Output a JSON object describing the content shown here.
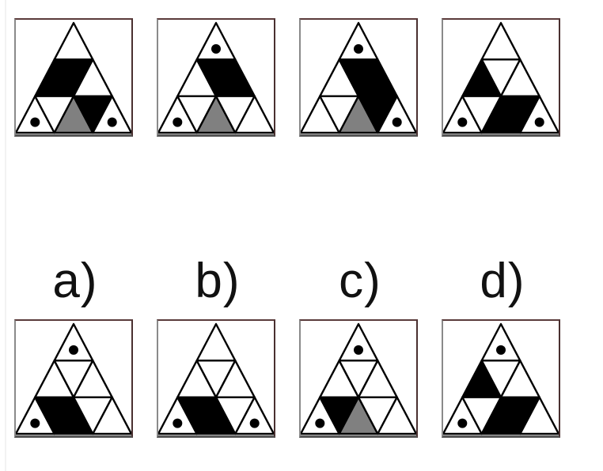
{
  "colors": {
    "black": "#000000",
    "gray": "#808080",
    "white": "#ffffff",
    "line": "#000000"
  },
  "question": {
    "figures": [
      {
        "id": "q1",
        "apex": {
          "fill": "white",
          "dot": false
        },
        "row1": [
          {
            "fill": "black"
          },
          {
            "fill": "black"
          },
          {
            "fill": "white"
          }
        ],
        "row2": [
          {
            "fill": "white",
            "dot": true
          },
          {
            "fill": "white"
          },
          {
            "fill": "gray"
          },
          {
            "fill": "black"
          },
          {
            "fill": "white",
            "dot": true
          }
        ]
      },
      {
        "id": "q2",
        "apex": {
          "fill": "white",
          "dot": true
        },
        "row1": [
          {
            "fill": "white"
          },
          {
            "fill": "black"
          },
          {
            "fill": "black"
          }
        ],
        "row2": [
          {
            "fill": "white",
            "dot": true
          },
          {
            "fill": "white"
          },
          {
            "fill": "gray"
          },
          {
            "fill": "white"
          },
          {
            "fill": "white",
            "dot": false
          }
        ]
      },
      {
        "id": "q3",
        "apex": {
          "fill": "white",
          "dot": true
        },
        "row1": [
          {
            "fill": "white"
          },
          {
            "fill": "black"
          },
          {
            "fill": "black"
          }
        ],
        "row2": [
          {
            "fill": "white",
            "dot": false
          },
          {
            "fill": "white"
          },
          {
            "fill": "gray"
          },
          {
            "fill": "black"
          },
          {
            "fill": "white",
            "dot": true
          }
        ]
      },
      {
        "id": "q4",
        "apex": {
          "fill": "white",
          "dot": false
        },
        "row1": [
          {
            "fill": "black"
          },
          {
            "fill": "white"
          },
          {
            "fill": "white"
          }
        ],
        "row2": [
          {
            "fill": "white",
            "dot": true
          },
          {
            "fill": "white"
          },
          {
            "fill": "black"
          },
          {
            "fill": "black"
          },
          {
            "fill": "white",
            "dot": true
          }
        ]
      }
    ]
  },
  "options": {
    "labels": [
      "a)",
      "b)",
      "c)",
      "d)"
    ],
    "figures": [
      {
        "id": "a",
        "apex": {
          "fill": "white",
          "dot": true
        },
        "row1": [
          {
            "fill": "white"
          },
          {
            "fill": "white"
          },
          {
            "fill": "white"
          }
        ],
        "row2": [
          {
            "fill": "white",
            "dot": true
          },
          {
            "fill": "black"
          },
          {
            "fill": "black"
          },
          {
            "fill": "white"
          },
          {
            "fill": "white",
            "dot": false
          }
        ]
      },
      {
        "id": "b",
        "apex": {
          "fill": "white",
          "dot": false
        },
        "row1": [
          {
            "fill": "white"
          },
          {
            "fill": "white"
          },
          {
            "fill": "white"
          }
        ],
        "row2": [
          {
            "fill": "white",
            "dot": true
          },
          {
            "fill": "black"
          },
          {
            "fill": "black"
          },
          {
            "fill": "white"
          },
          {
            "fill": "white",
            "dot": true
          }
        ]
      },
      {
        "id": "c",
        "apex": {
          "fill": "white",
          "dot": true
        },
        "row1": [
          {
            "fill": "white"
          },
          {
            "fill": "white"
          },
          {
            "fill": "white"
          }
        ],
        "row2": [
          {
            "fill": "white",
            "dot": true
          },
          {
            "fill": "black"
          },
          {
            "fill": "gray"
          },
          {
            "fill": "white"
          },
          {
            "fill": "white",
            "dot": false
          }
        ]
      },
      {
        "id": "d",
        "apex": {
          "fill": "white",
          "dot": true
        },
        "row1": [
          {
            "fill": "black"
          },
          {
            "fill": "white"
          },
          {
            "fill": "white"
          }
        ],
        "row2": [
          {
            "fill": "white",
            "dot": true
          },
          {
            "fill": "white"
          },
          {
            "fill": "black"
          },
          {
            "fill": "black"
          },
          {
            "fill": "white",
            "dot": false
          }
        ]
      }
    ]
  }
}
